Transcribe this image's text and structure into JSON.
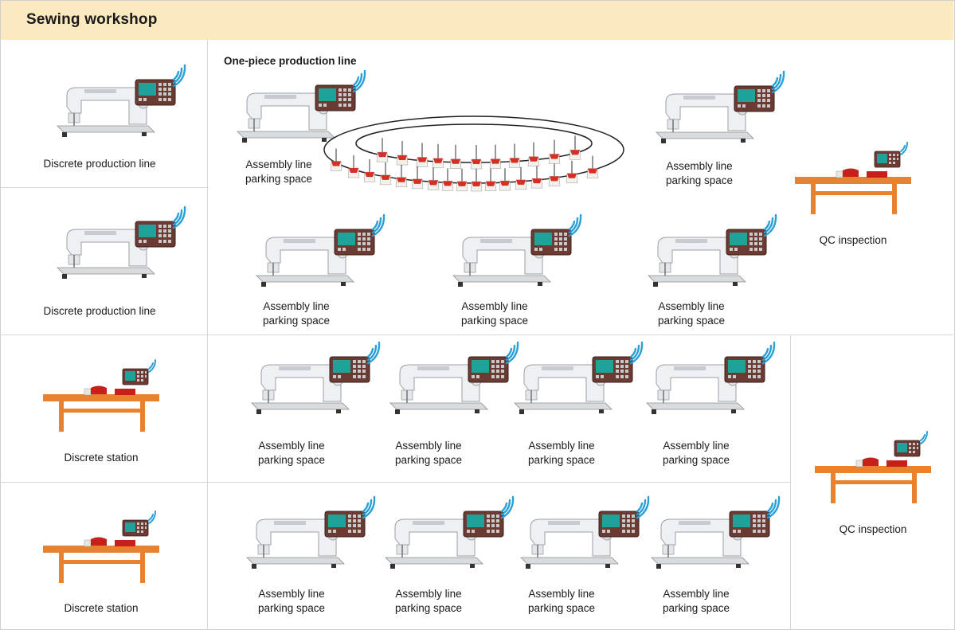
{
  "header": {
    "title": "Sewing workshop"
  },
  "left": {
    "items": [
      {
        "label": "Discrete production line"
      },
      {
        "label": "Discrete production line"
      },
      {
        "label": "Discrete station"
      },
      {
        "label": "Discrete station"
      }
    ]
  },
  "one_piece": {
    "title": "One-piece production line",
    "line1": "Assembly line",
    "line2": "parking space",
    "qc": "QC inspection"
  },
  "rows": {
    "line1": "Assembly line",
    "line2": "parking space",
    "qc": "QC inspection"
  },
  "colors": {
    "header_bg": "#fbe9c0",
    "table": "#e8822f",
    "machine": "#eef0f3",
    "hanger": "#d63024",
    "wifi": "#2a9fd6"
  },
  "icons": [
    "sewing-machine-icon",
    "inspection-table-icon",
    "overhead-hanging-conveyor-icon",
    "wifi-signal-icon"
  ]
}
